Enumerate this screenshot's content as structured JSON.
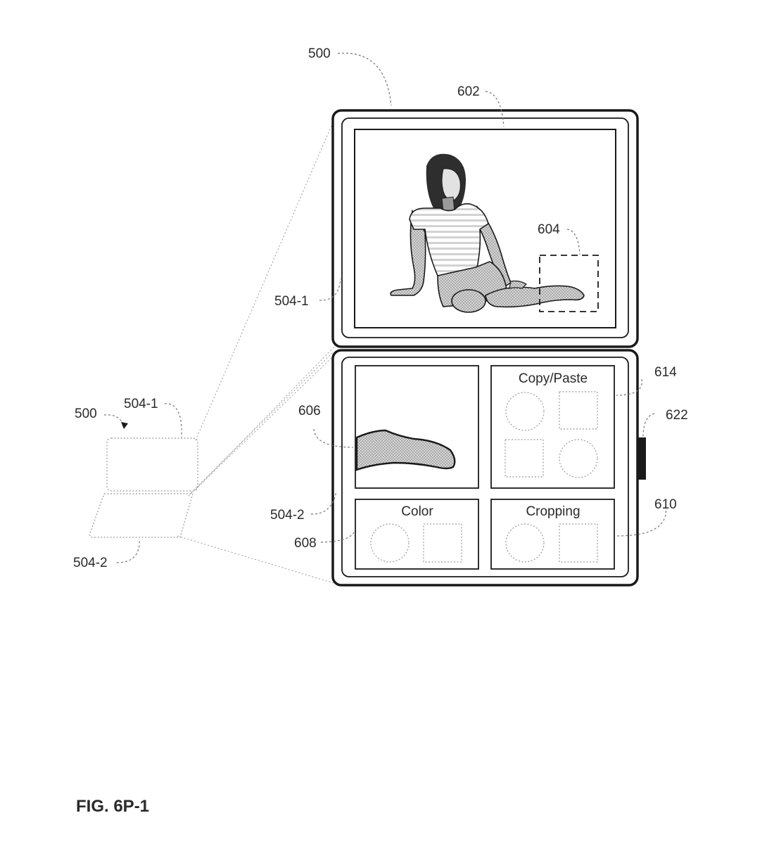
{
  "figure_caption": "FIG. 6P-1",
  "reference_labels": {
    "device_top": "500",
    "device_small": "500",
    "display_content": "602",
    "selection_region": "604",
    "top_screen": "504-1",
    "small_top": "504-1",
    "bottom_screen": "504-2",
    "small_bottom": "504-2",
    "extracted_image": "606",
    "color_panel": "608",
    "cropping_panel": "610",
    "copy_paste_panel": "614",
    "side_button": "622"
  },
  "panels": {
    "copy_paste": "Copy/Paste",
    "color": "Color",
    "cropping": "Cropping"
  },
  "colors": {
    "line": "#1a1a1a",
    "dotted": "#9a9a9a",
    "shading": "#bcbcbc"
  }
}
